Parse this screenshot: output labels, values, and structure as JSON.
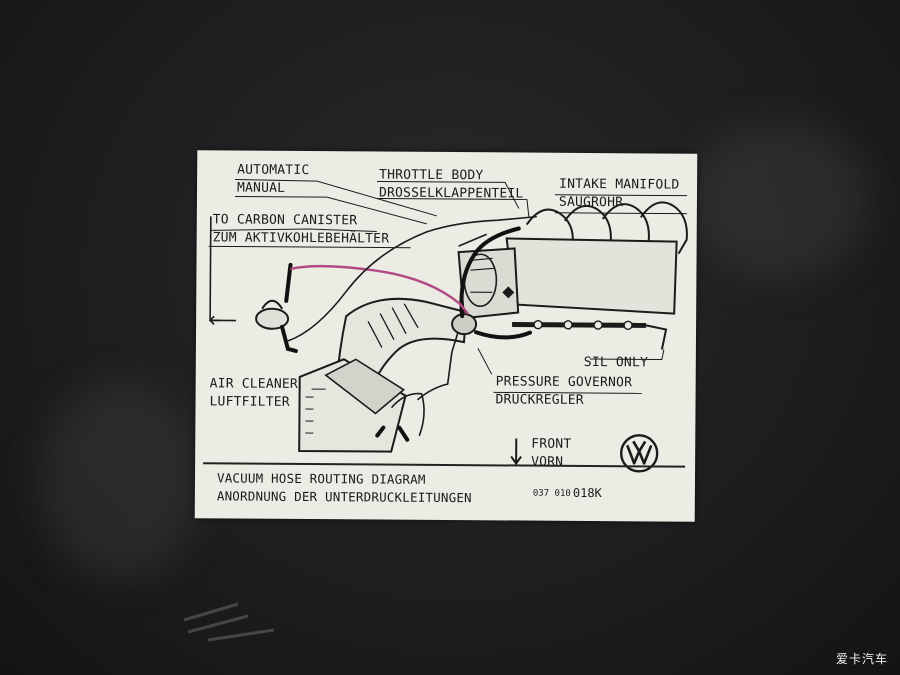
{
  "label": {
    "automatic": "AUTOMATIC",
    "manual": "MANUAL",
    "throttle_body": "THROTTLE BODY",
    "throttle_body_de": "DROSSELKLAPPENTEIL",
    "intake_manifold": "INTAKE MANIFOLD",
    "intake_manifold_de": "SAUGROHR",
    "carbon_canister": "TO CARBON CANISTER",
    "carbon_canister_de": "ZUM AKTIVKOHLEBEHÄLTER",
    "air_cleaner": "AIR CLEANER",
    "air_cleaner_de": "LUFTFILTER",
    "sil_only": "SIL ONLY",
    "pressure_governor": "PRESSURE GOVERNOR",
    "pressure_governor_de": "DRUCKREGLER",
    "front": "FRONT",
    "front_de": "VORN",
    "title": "VACUUM HOSE ROUTING DIAGRAM",
    "title_de": "ANORDNUNG DER UNTERDRUCKLEITUNGEN",
    "part_prefix": "037 010",
    "part_suffix": "018K"
  },
  "watermark": "爱卡汽车",
  "colors": {
    "label_background": "#ecebe4",
    "ink": "#1b1b1b",
    "hose_highlight": "#b24a86",
    "surface": "#1e1e20"
  },
  "icons": {
    "logo": "vw-logo",
    "arrow": "arrow-down-icon"
  }
}
